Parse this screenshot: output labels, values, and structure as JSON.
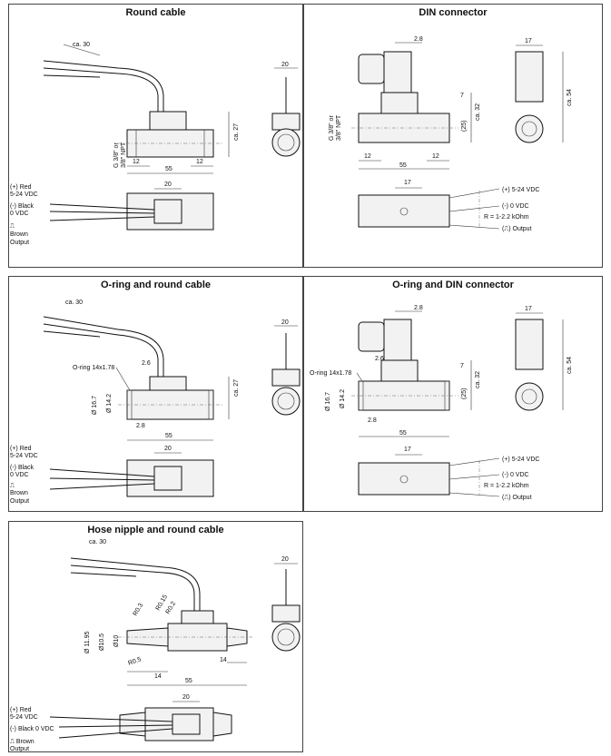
{
  "panels": {
    "round_cable": {
      "title": "Round cable",
      "dims": {
        "ca30": "ca. 30",
        "d20_top": "20",
        "thread": "G 3/8\" or",
        "thread2": "3/8\" NPT",
        "ca27": "ca. 27",
        "d12a": "12",
        "d12b": "12",
        "d55": "55",
        "d20_bottom": "20"
      },
      "wires": {
        "red": "(+) Red",
        "red_v": "5-24 VDC",
        "black": "(-) Black",
        "black_v": "0 VDC",
        "pulse": "⎍",
        "brown": "Brown",
        "output": "Output"
      }
    },
    "din_connector": {
      "title": "DIN connector",
      "dims": {
        "d28": "2.8",
        "d17_top": "17",
        "d7": "7",
        "ca32": "ca. 32",
        "d25": "(25)",
        "ca54": "ca. 54",
        "thread": "G 3/8\" or",
        "thread2": "3/8\" NPT",
        "d12a": "12",
        "d12b": "12",
        "d55": "55",
        "d17_bottom": "17"
      },
      "wires": {
        "plus": "(+) 5-24 VDC",
        "zero": "(-) 0 VDC",
        "r": "R = 1-2.2 kOhm",
        "out": "(⎍) Output"
      }
    },
    "oring_round": {
      "title": "O-ring and round cable",
      "dims": {
        "ca30": "ca. 30",
        "d20_top": "20",
        "oring": "O-ring 14x1.78",
        "d26": "2.6",
        "d167": "Ø 16.7",
        "d142": "Ø 14.2",
        "d28": "2.8",
        "ca27": "ca. 27",
        "d55": "55",
        "d20_bottom": "20"
      },
      "wires": {
        "red": "(+) Red",
        "red_v": "5-24 VDC",
        "black": "(-) Black",
        "black_v": "0 VDC",
        "pulse": "⎍",
        "brown": "Brown",
        "output": "Output"
      }
    },
    "oring_din": {
      "title": "O-ring and DIN connector",
      "dims": {
        "d28": "2.8",
        "d17_top": "17",
        "oring": "O-ring 14x1.78",
        "d26": "2.6",
        "d7": "7",
        "d167": "Ø 16.7",
        "d142": "Ø 14.2",
        "d25": "(25)",
        "ca32": "ca. 32",
        "ca54": "ca. 54",
        "d28b": "2.8",
        "d55": "55",
        "d17_bottom": "17"
      },
      "wires": {
        "plus": "(+) 5-24 VDC",
        "zero": "(-) 0 VDC",
        "r": "R = 1-2.2 kOhm",
        "out": "(⎍) Output"
      }
    },
    "hose_nipple": {
      "title": "Hose nipple and round cable",
      "dims": {
        "ca30": "ca. 30",
        "d20_top": "20",
        "r015": "R0.15",
        "r02": "R0.2",
        "r03": "R0.3",
        "d1195": "Ø 11.95",
        "d105": "Ø10.5",
        "d10": "Ø10",
        "r05": "R0.5",
        "d14a": "14",
        "d14b": "14",
        "d55": "55",
        "d20_bottom": "20"
      },
      "wires": {
        "red": "(+) Red",
        "red_v": "5-24 VDC",
        "black": "(-) Black 0 VDC",
        "brown": "⎍ Brown",
        "output": "Output"
      }
    }
  }
}
